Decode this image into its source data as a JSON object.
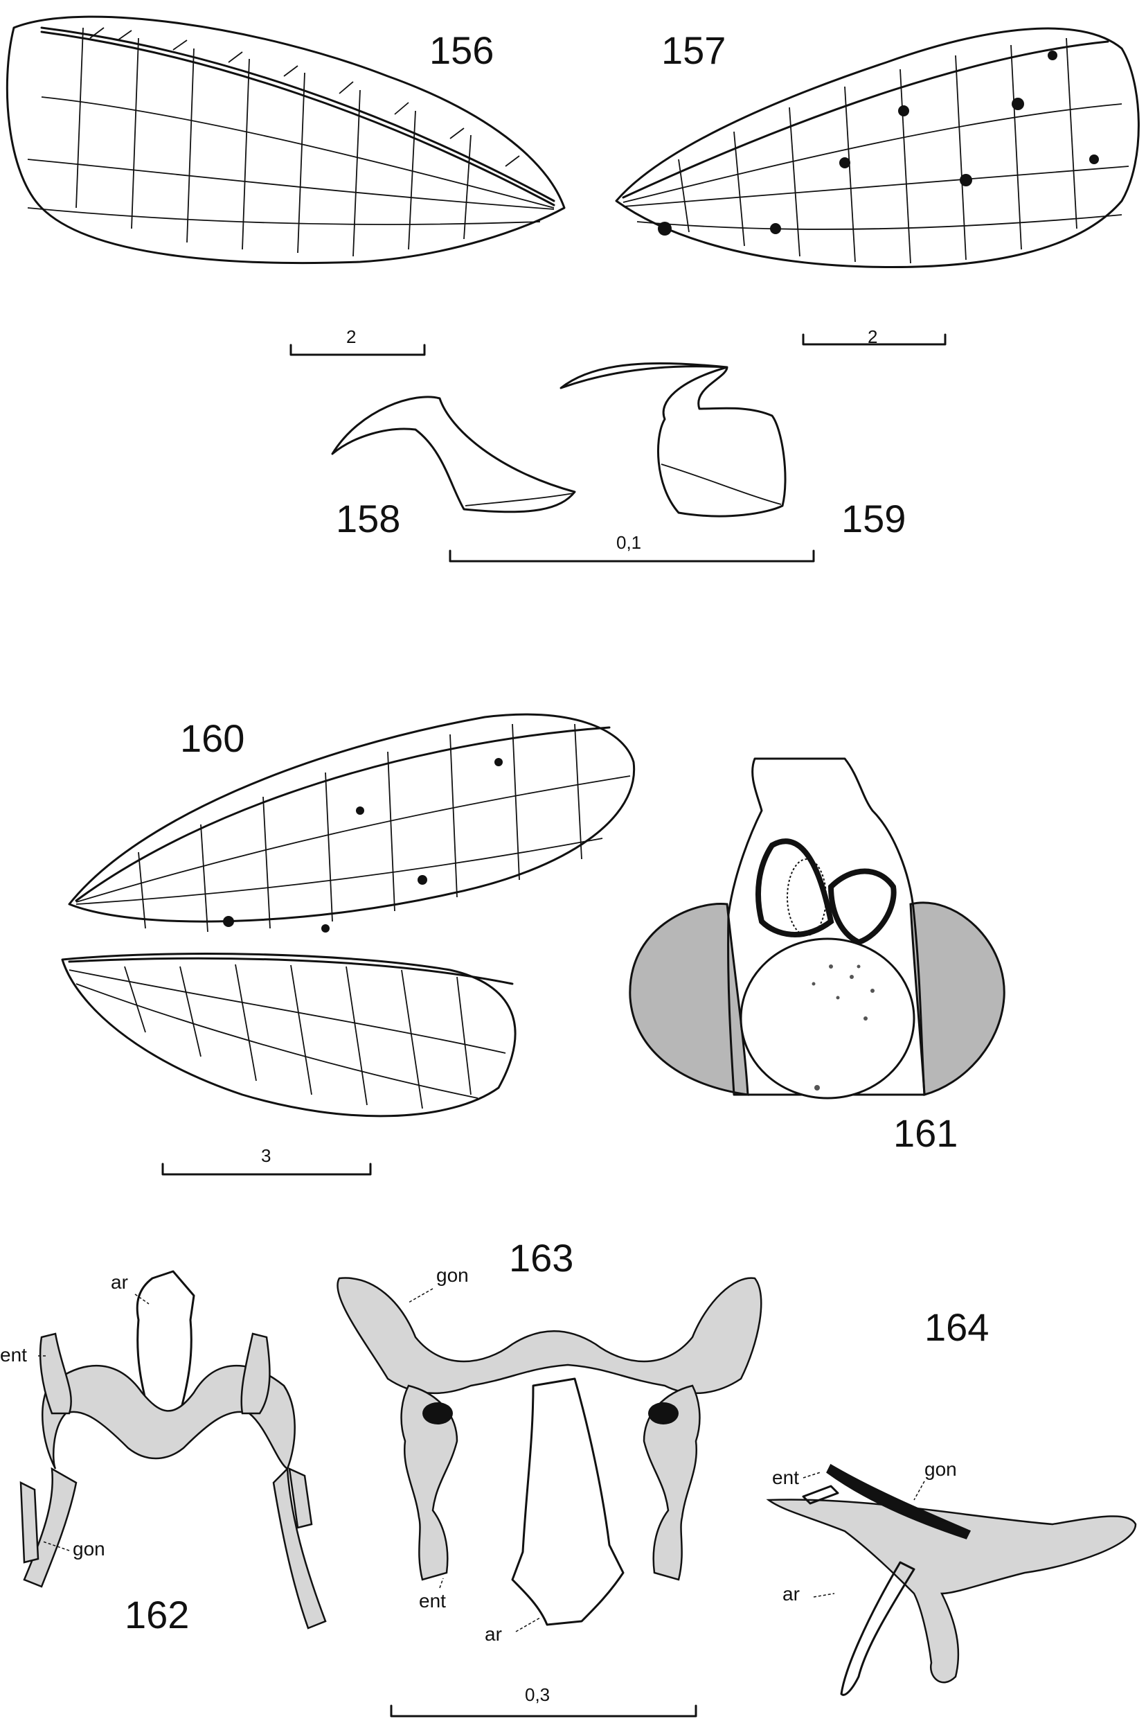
{
  "colors": {
    "ink": "#111111",
    "stipple": "#d6d6d6",
    "eye": "#b7b7b7",
    "background": "#ffffff"
  },
  "figures": {
    "f156": "156",
    "f157": "157",
    "f158": "158",
    "f159": "159",
    "f160": "160",
    "f161": "161",
    "f162": "162",
    "f163": "163",
    "f164": "164"
  },
  "scale_bars": {
    "s156": "2",
    "s157": "2",
    "s158_159": "0,1",
    "s160": "3",
    "s162_164": "0,3"
  },
  "parts": {
    "ar": "ar",
    "ent": "ent",
    "gon": "gon"
  }
}
